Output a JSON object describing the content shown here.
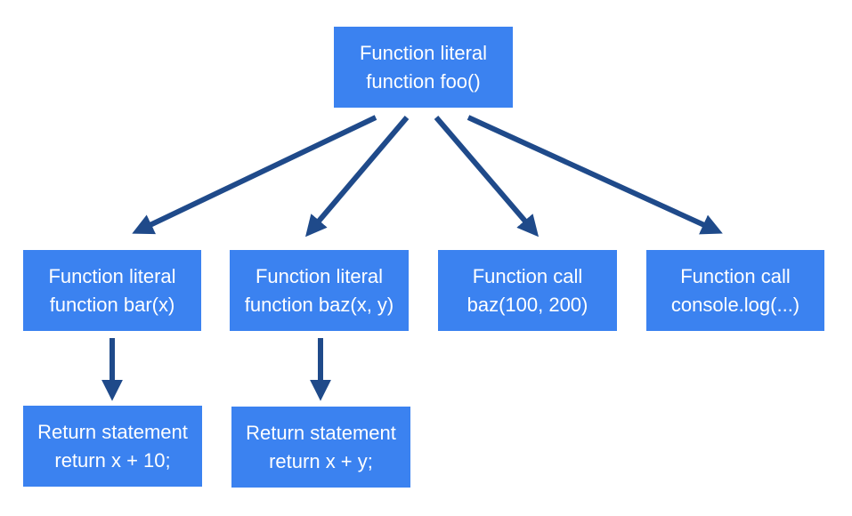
{
  "colors": {
    "node_fill": "#3b82f0",
    "node_text": "#ffffff",
    "arrow": "#1f4a8a"
  },
  "nodes": {
    "root": {
      "line1": "Function literal",
      "line2": "function foo()"
    },
    "bar": {
      "line1": "Function literal",
      "line2": "function bar(x)"
    },
    "baz": {
      "line1": "Function literal",
      "line2": "function baz(x, y)"
    },
    "call_baz": {
      "line1": "Function call",
      "line2": "baz(100, 200)"
    },
    "call_log": {
      "line1": "Function call",
      "line2": "console.log(...)"
    },
    "ret_bar": {
      "line1": "Return statement",
      "line2": "return x + 10;"
    },
    "ret_baz": {
      "line1": "Return statement",
      "line2": "return x + y;"
    }
  },
  "edges": [
    {
      "from": "root",
      "to": "bar"
    },
    {
      "from": "root",
      "to": "baz"
    },
    {
      "from": "root",
      "to": "call_baz"
    },
    {
      "from": "root",
      "to": "call_log"
    },
    {
      "from": "bar",
      "to": "ret_bar"
    },
    {
      "from": "baz",
      "to": "ret_baz"
    }
  ]
}
